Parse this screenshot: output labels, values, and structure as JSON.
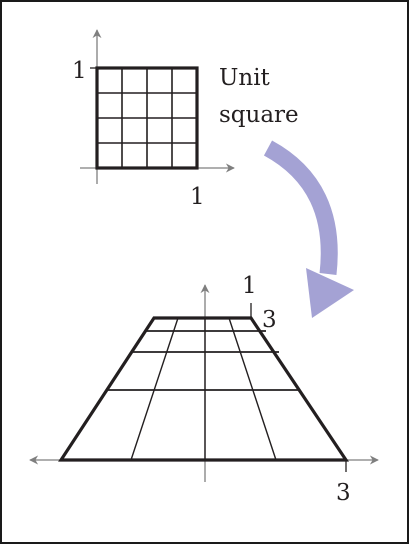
{
  "top_figure": {
    "caption": [
      "Unit",
      "square"
    ],
    "y_tick": "1",
    "x_tick": "1"
  },
  "bottom_figure": {
    "top_y_label": "1",
    "top_right_label": "3",
    "x_tick": "3"
  },
  "colors": {
    "ink": "#231f20",
    "axis": "#7f7f7f",
    "arrow": "#a4a2d4",
    "frame": "#1a1a1a"
  }
}
